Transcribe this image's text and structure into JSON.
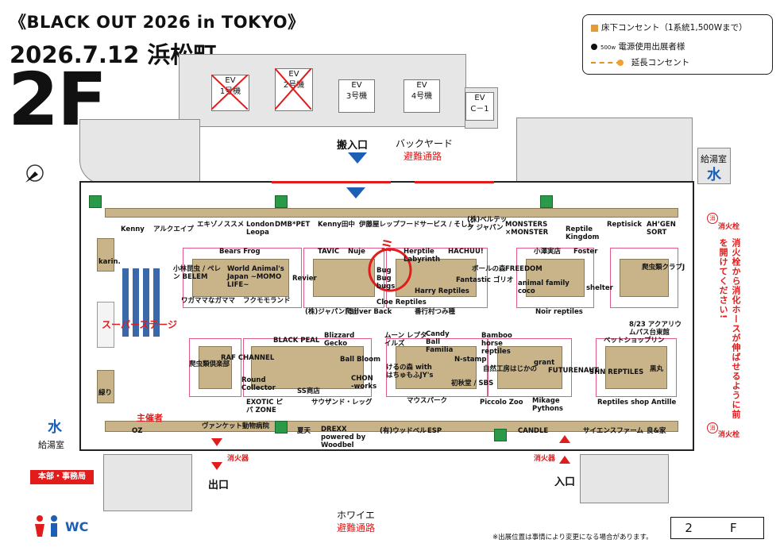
{
  "header": {
    "title": "《BLACK OUT 2026 in TOKYO》",
    "date_venue": "2026.7.12 浜松町",
    "floor": "2F"
  },
  "legend": {
    "outlet": "床下コンセント（1系統1,500Wまで）",
    "power_watt": "500w",
    "power_exhibitor": "電源使用出展者様",
    "extension": "延長コンセント"
  },
  "building": {
    "ev1": "EV\n1号機",
    "ev2": "EV\n2号機",
    "ev3": "EV\n3号機",
    "ev4": "EV\n4号機",
    "evc1": "EV\nC－1",
    "kyutou_right": "給湯室",
    "kyutou_left": "給湯室",
    "water": "水",
    "honbu": "本部・事務局",
    "foyer": "ホワイエ",
    "evac": "避難通路"
  },
  "map_labels": {
    "entrance_load": "搬入口",
    "backyard": "バックヤード",
    "evac_route": "避難通路",
    "exit": "出口",
    "entrance": "入口",
    "stage": "スーパーステージ",
    "organizer": "主催者",
    "fire_hydrant": "消火栓",
    "extinguisher": "消火器",
    "warning": "消火栓から消化ホースが伸ばせるように前を開けてください!",
    "wc": "WC",
    "floor_box": "2　F",
    "note": "※出展位置は事情により変更になる場合があります。"
  },
  "booths": [
    "Kenny",
    "アルクエイプ",
    "エキゾノススメ",
    "London Leopa",
    "DMB*PET",
    "Kenny田中",
    "伊藤屋レップフードサービス / そしじ",
    "(株)ベルテック ジャパン",
    "MONSTERS ×MONSTER",
    "Reptile Kingdom",
    "Reptisick",
    "AH’GEN SORT",
    "karin.",
    "Bears Frog",
    "小林昆虫 / ペレン BELEM",
    "World Animal's Japan ~MOMO LIFE~",
    "ワガママなガママ",
    "フクモモランド",
    "TAVIC",
    "Nuje",
    "Revier",
    "(株)ジャパン爬士",
    "Silver Back",
    "Herptile Labyrinth",
    "HACHUU!",
    "ボールの森",
    "Bug Bug bugs",
    "Cloe Reptiles",
    "Harry Reptiles",
    "Fantastic ゴリオ",
    "番行村つみ種",
    "FREEDOM",
    "小澤実店",
    "Foster",
    "animal family coco",
    "shelter",
    "爬虫類クラブJ",
    "Noir reptiles",
    "8/23 アクアリウムパス台東館",
    "BLACK PEAL",
    "Blizzard Gecko",
    "RAF CHANNEL",
    "Ball Bloom",
    "Round Collector",
    "CHON -works",
    "SS商店",
    "EXOTIC ピパ ZONE",
    "サウザンド・レッグ",
    "ムーン レプタイルズ",
    "Candy Ball Familia",
    "けるの森 with はちゅもふJY's",
    "N-stamp",
    "マウスパーク",
    "初秋堂 / SBS",
    "Bamboo horse reptiles",
    "自然工房はじかの",
    "Piccolo Zoo",
    "Mikage Pythons",
    "grant",
    "FUTURENAUT",
    "ベットショップリン",
    "SHN REPTILES",
    "黒丸",
    "Reptiles shop Antille",
    "爬虫類倶楽部",
    "緑り",
    "OZ",
    "ヴァンケット動物病院",
    "夏天",
    "DREXX powered by Woodbel",
    "(有)ウッドベル",
    "ESP",
    "CANDLE",
    "サイエンスファーム",
    "良&家"
  ],
  "colors": {
    "booth": "#c9b48a",
    "booth_border": "#e05a8a",
    "accent_red": "#e21b1b",
    "arrow_blue": "#1d5fb4",
    "exit_green": "#2b9a48",
    "power_orange": "#e29a3a"
  }
}
